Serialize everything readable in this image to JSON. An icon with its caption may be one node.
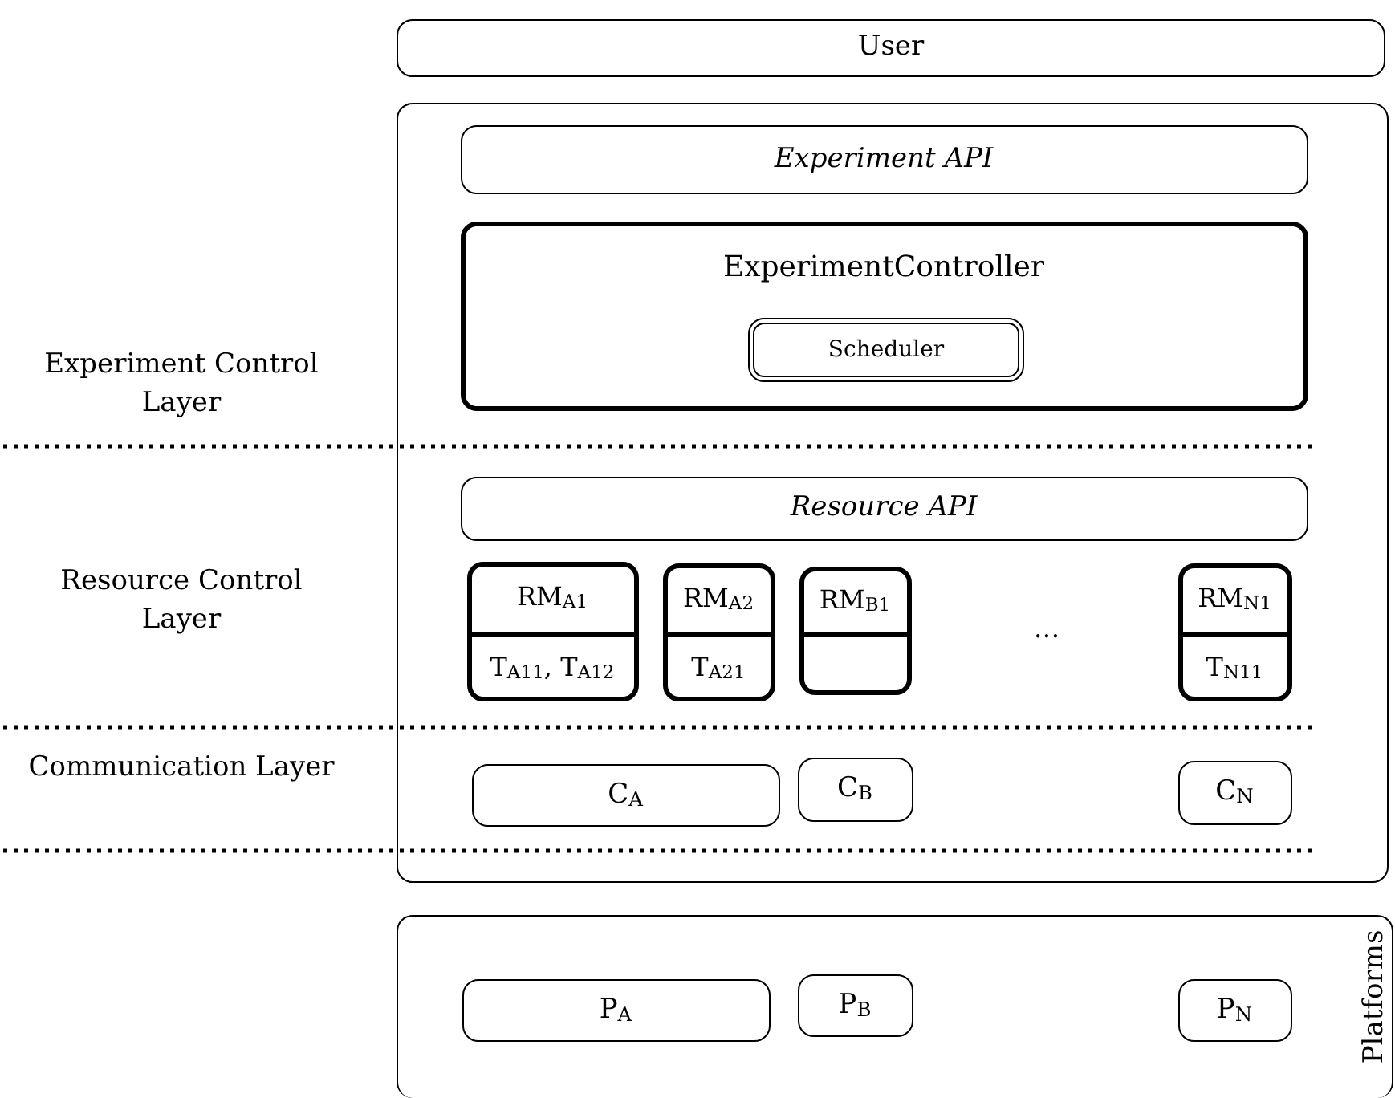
{
  "diagram": {
    "nodes": [
      {
        "text": [
          "User"
        ]
      },
      {
        "text": [],
        "shape": "box"
      },
      {
        "text": [
          "Experiment API"
        ],
        "in": 1
      },
      {
        "text": [
          "ExperimentController"
        ],
        "in": 1
      },
      {
        "text": [
          "Scheduler"
        ],
        "in": 3
      },
      {
        "text": [
          "Resource API"
        ],
        "in": 1
      },
      {
        "text": [
          "RM$_{A1}$",
          "T$_{A11}$, T$_{A12}$"
        ],
        "in": 1
      },
      {
        "text": [
          "RM$_{A2}$",
          "T$_{A21}$"
        ],
        "in": 1
      },
      {
        "text": [
          "RM$_{B1}$"
        ],
        "in": 1
      },
      {
        "text": [
          "RM$_{N1}$",
          "T$_{N11}$"
        ],
        "in": 1
      },
      {
        "text": [
          "C$_{A}$"
        ],
        "in": 1
      },
      {
        "text": [
          "C$_{B}$"
        ],
        "in": 1
      },
      {
        "text": [
          "C$_{N}$"
        ],
        "in": 1
      },
      {
        "text": [
          "Platforms"
        ]
      },
      {
        "text": [
          "P$_{A}$"
        ],
        "in": 13
      },
      {
        "text": [
          "P$_{B}$"
        ],
        "in": 13
      },
      {
        "text": [
          "P$_{N}$"
        ],
        "in": 13
      }
    ],
    "edges": [],
    "labels": [
      "Experiment Control Layer",
      "Resource Control Layer",
      "...",
      "Communication Layer"
    ]
  }
}
